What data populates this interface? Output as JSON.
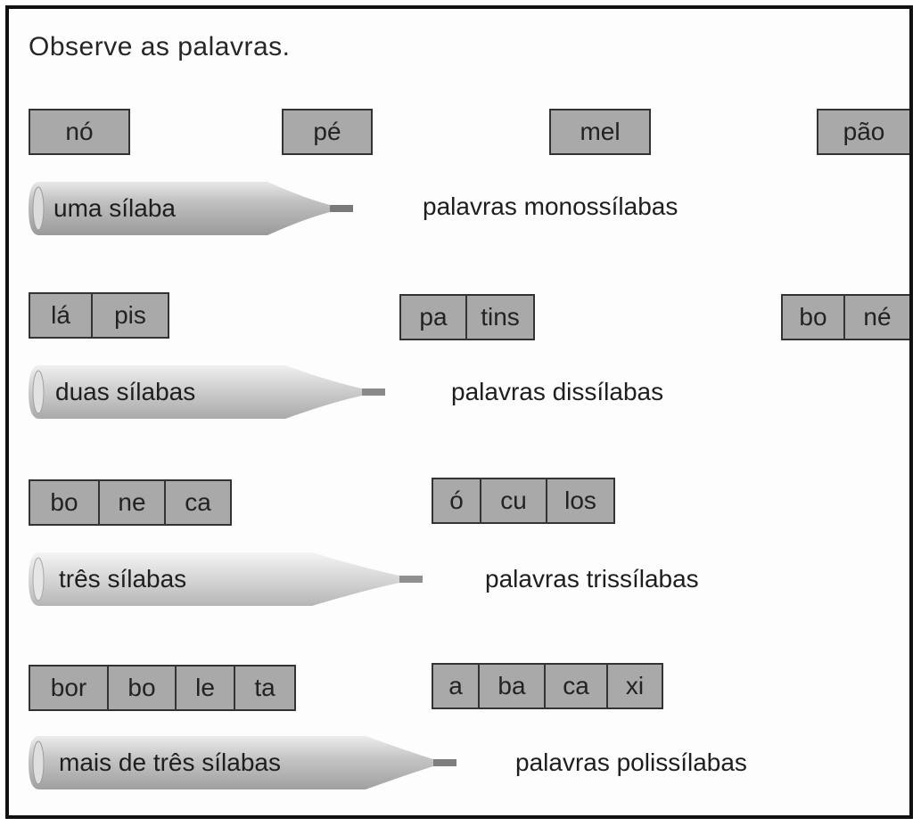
{
  "instruction": "Observe as palavras.",
  "groups": [
    {
      "pencil_label": "uma sílaba",
      "class_label": "palavras monossílabas",
      "words": [
        [
          "nó"
        ],
        [
          "pé"
        ],
        [
          "mel"
        ],
        [
          "pão"
        ]
      ]
    },
    {
      "pencil_label": "duas sílabas",
      "class_label": "palavras dissílabas",
      "words": [
        [
          "lá",
          "pis"
        ],
        [
          "pa",
          "tins"
        ],
        [
          "bo",
          "né"
        ]
      ]
    },
    {
      "pencil_label": "três sílabas",
      "class_label": "palavras trissílabas",
      "words": [
        [
          "bo",
          "ne",
          "ca"
        ],
        [
          "ó",
          "cu",
          "los"
        ]
      ]
    },
    {
      "pencil_label": "mais de três sílabas",
      "class_label": "palavras polissílabas",
      "words": [
        [
          "bor",
          "bo",
          "le",
          "ta"
        ],
        [
          "a",
          "ba",
          "ca",
          "xi"
        ]
      ]
    }
  ],
  "colors": {
    "syllable_fill": "#a9a9a9",
    "border": "#333333",
    "pencil_body": "#c8c8c8"
  }
}
